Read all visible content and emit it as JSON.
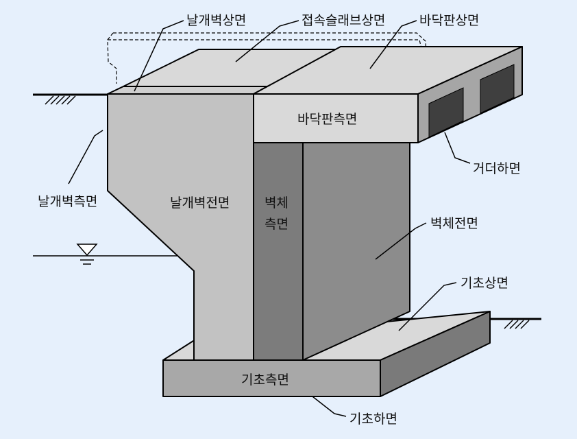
{
  "labels": {
    "wing_wall_top": "날개벽상면",
    "approach_slab_top": "접속슬래브상면",
    "deck_slab_top": "바닥판상면",
    "deck_slab_side": "바닥판측면",
    "girder_bottom": "거더하면",
    "wing_wall_side": "날개벽측면",
    "wing_wall_front": "날개벽전면",
    "wall_side_line1": "벽체",
    "wall_side_line2": "측면",
    "wall_front": "벽체전면",
    "footing_top": "기초상면",
    "footing_side": "기초측면",
    "footing_bottom": "기초하면"
  },
  "colors": {
    "background": "#e6f0fc",
    "light_surface": "#d9d9d9",
    "medium_surface": "#c0c0c0",
    "dark_surface": "#8c8c8c",
    "darker_surface": "#7a7a7a",
    "girder_dark": "#3f3f3f"
  }
}
